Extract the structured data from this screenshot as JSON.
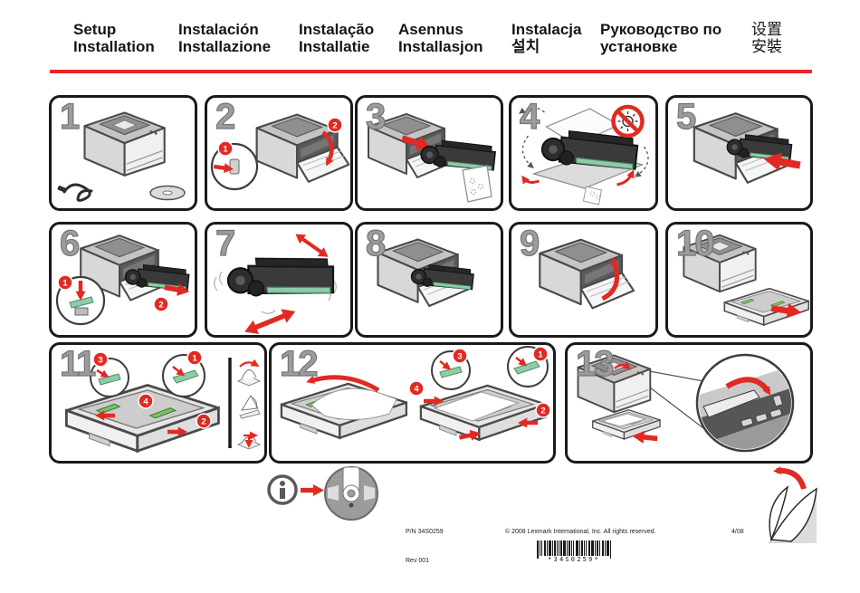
{
  "header": {
    "titles": [
      {
        "line1": "Setup",
        "line2": "Installation"
      },
      {
        "line1": "Instalación",
        "line2": "Installazione"
      },
      {
        "line1": "Instalação",
        "line2": "Installatie"
      },
      {
        "line1": "Asennus",
        "line2": "Installasjon"
      },
      {
        "line1": "Instalacja",
        "line2": "설치"
      },
      {
        "line1": "Руководство по",
        "line2": "установке"
      },
      {
        "line1": "设置",
        "line2": "安裝"
      }
    ]
  },
  "panels": [
    {
      "number": "1"
    },
    {
      "number": "2",
      "callouts": [
        "1",
        "2"
      ]
    },
    {
      "number": "3"
    },
    {
      "number": "4"
    },
    {
      "number": "5"
    },
    {
      "number": "6",
      "callouts": [
        "1",
        "2"
      ]
    },
    {
      "number": "7"
    },
    {
      "number": "8"
    },
    {
      "number": "9"
    },
    {
      "number": "10"
    },
    {
      "number": "11",
      "callouts": [
        "1",
        "2",
        "3",
        "4"
      ]
    },
    {
      "number": "12",
      "callouts": [
        "1",
        "2",
        "3",
        "4"
      ]
    },
    {
      "number": "13"
    }
  ],
  "footer": {
    "part_number": "P/N 34S0259",
    "copyright": "© 2008 Lexmark International, Inc. All rights reserved.",
    "date_code": "4/08",
    "revision": "Rev 001",
    "barcode_text": "*34S0259*"
  },
  "colors": {
    "accent_red": "#E02A23",
    "rule_red": "#E8262A",
    "step_number_gray": "#9C9C9C",
    "cartridge_green": "#8FCBA5",
    "guide_green": "#7FBF6B"
  }
}
